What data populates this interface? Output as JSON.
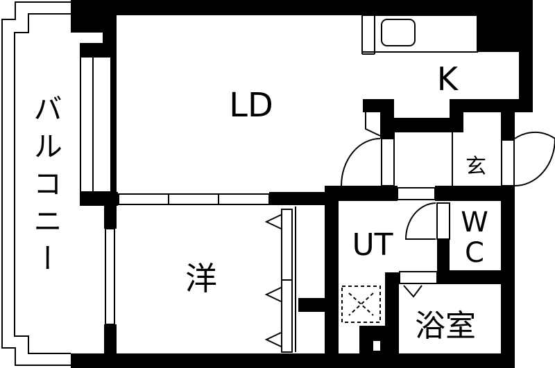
{
  "floor_plan": {
    "rooms": {
      "balcony": "バルコニー",
      "living_dining": "LD",
      "kitchen": "K",
      "entrance": "玄",
      "western_room": "洋",
      "utility": "UT",
      "wc_top": "W",
      "wc_bottom": "C",
      "bathroom": "浴室"
    },
    "colors": {
      "wall": "#000000",
      "background": "#ffffff"
    }
  }
}
